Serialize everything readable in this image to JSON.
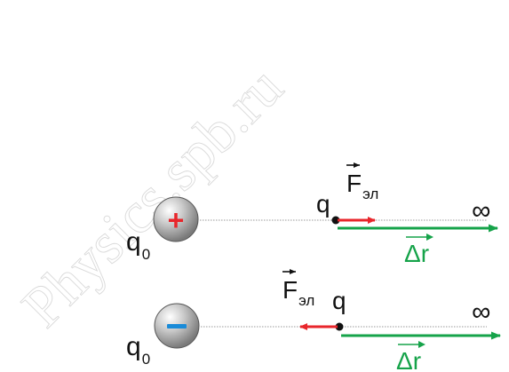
{
  "watermark": "Physics.spb.ru",
  "colors": {
    "force": "#e8262b",
    "displacement": "#16a34a",
    "plus_sign": "#e8262b",
    "minus_sign": "#1a8bd8",
    "line": "#9a9a9a",
    "text": "#111111"
  },
  "scenario_positive": {
    "source_label": "q",
    "source_subscript": "0",
    "source_sign": "+",
    "test_charge_label": "q",
    "force_label": "F",
    "force_subscript": "эл",
    "displacement_label": "Δr",
    "infinity": "∞"
  },
  "scenario_negative": {
    "source_label": "q",
    "source_subscript": "0",
    "source_sign": "−",
    "test_charge_label": "q",
    "force_label": "F",
    "force_subscript": "эл",
    "displacement_label": "Δr",
    "infinity": "∞"
  }
}
